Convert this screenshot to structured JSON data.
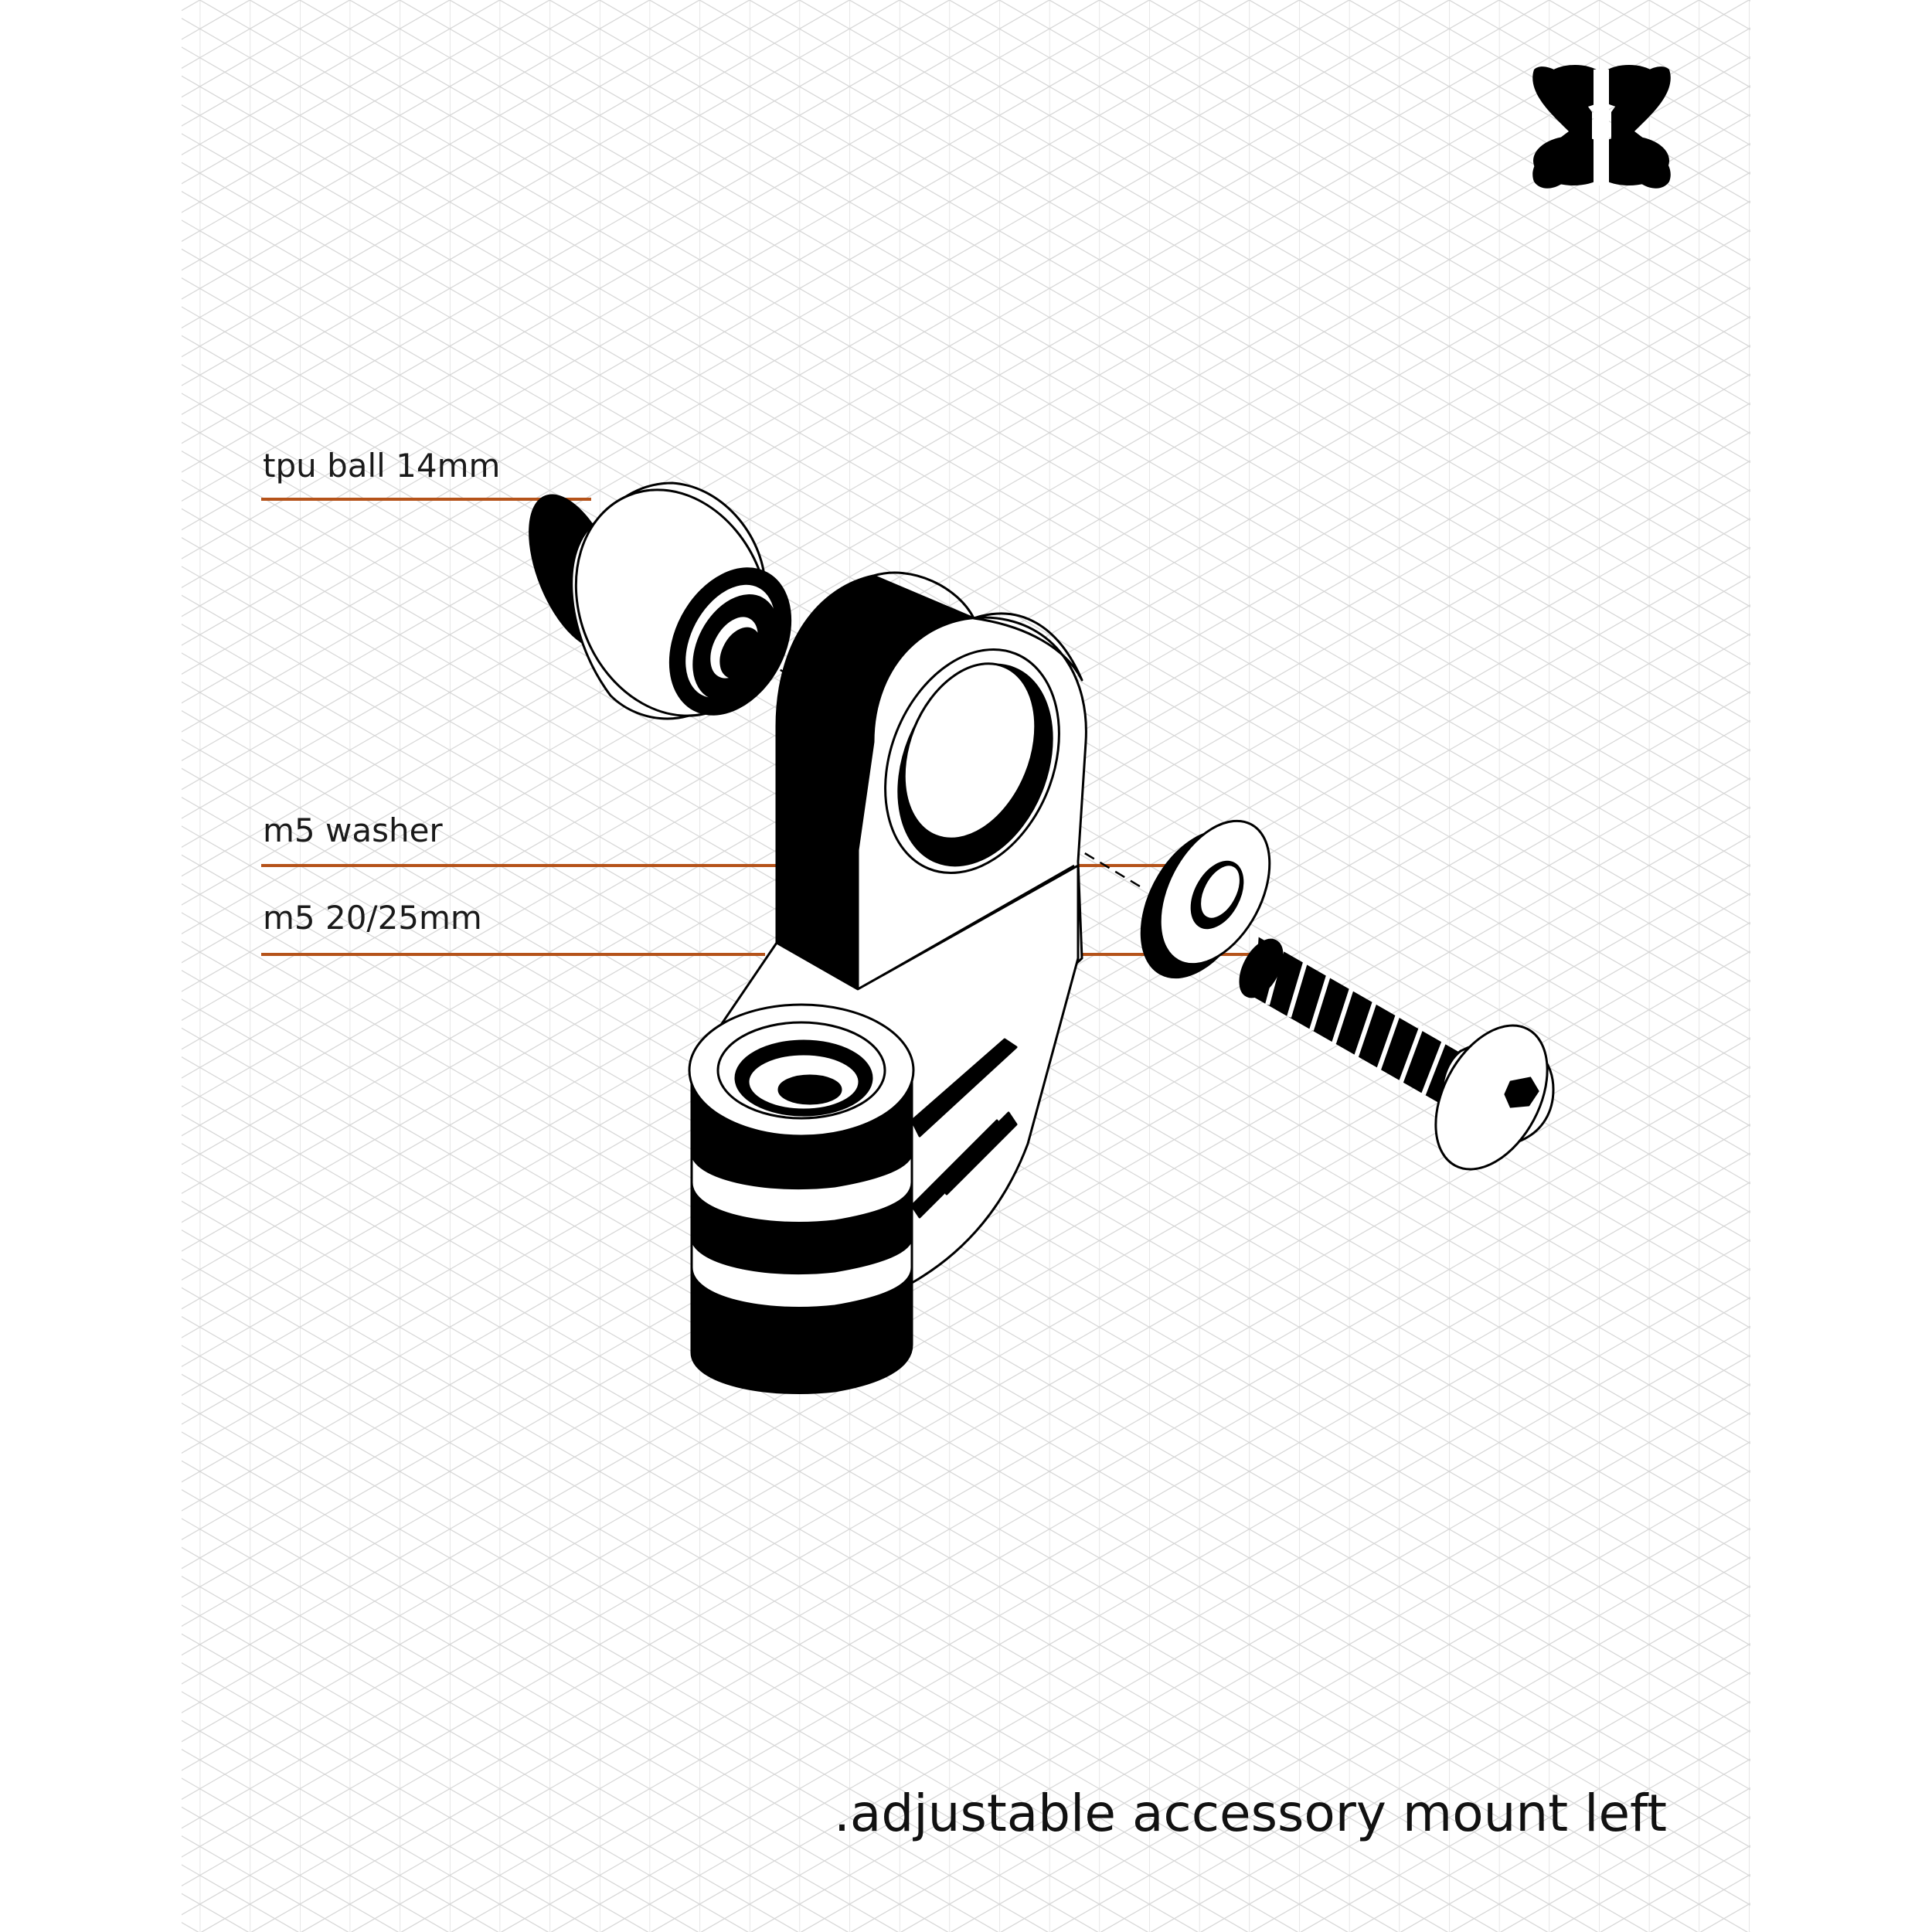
{
  "labels": {
    "tpu_ball": "tpu ball 14mm",
    "washer": "m5 washer",
    "screw": "m5 20/25mm"
  },
  "title": ".adjustable accessory mount left",
  "logo": {
    "icon": "brand-logo-icon"
  },
  "colors": {
    "leader_line": "#b5531a",
    "ink": "#000000",
    "grid": "#cfcfcf",
    "paper": "#ffffff"
  }
}
